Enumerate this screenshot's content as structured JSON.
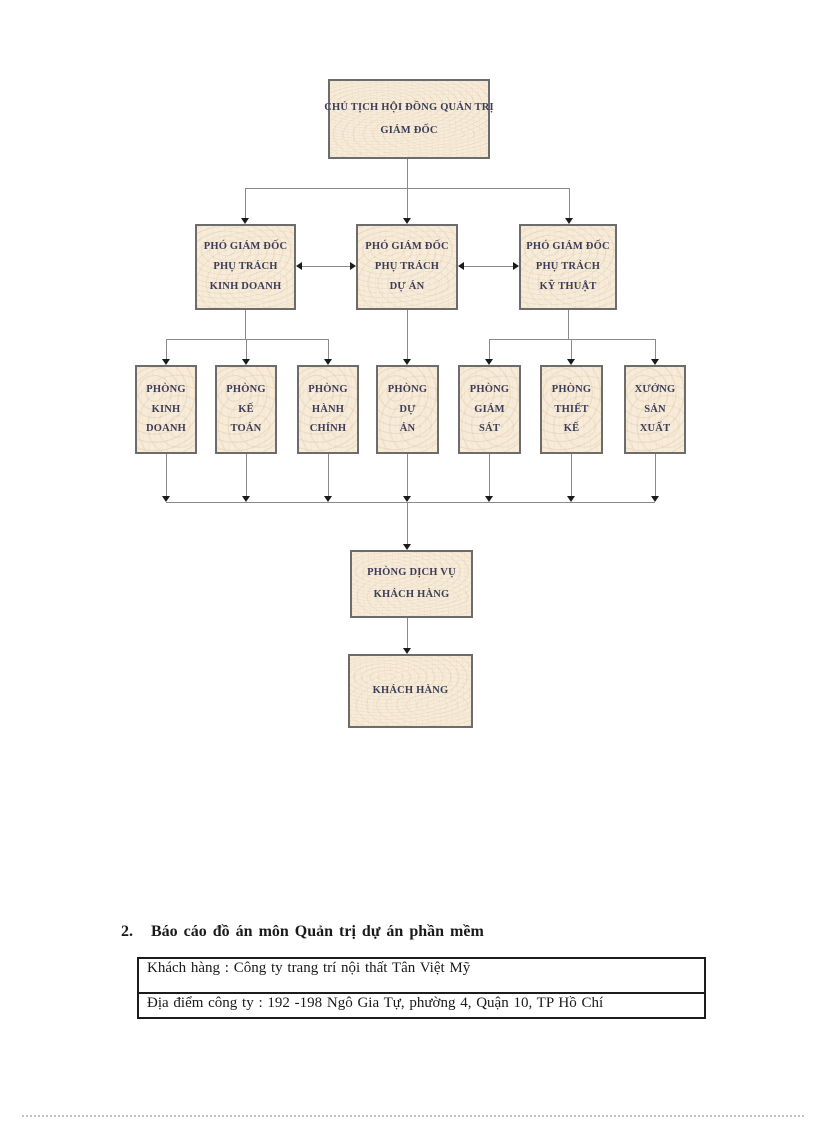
{
  "document": {
    "section_number": "2.",
    "section_title": "Báo cáo đồ án môn Quản trị dự án phần mềm",
    "info_table": {
      "rows": [
        "Khách hàng : Công ty trang trí nội thất Tân  Việt Mỹ",
        "Địa điểm công ty : 192 -198 Ngô Gia Tự,  phường  4,  Quận  10,  TP  Hồ Chí"
      ]
    }
  },
  "org_chart": {
    "type": "org-chart",
    "nodes": {
      "chairman": {
        "lines": [
          "CHỦ TỊCH HỘI ĐỒNG QUẢN TRỊ",
          "GIÁM ĐỐC"
        ]
      },
      "deputy_business": {
        "lines": [
          "PHÓ GIÁM ĐỐC",
          "PHỤ TRÁCH",
          "KINH DOANH"
        ]
      },
      "deputy_project": {
        "lines": [
          "PHÓ GIÁM ĐỐC",
          "PHỤ TRÁCH",
          "DỰ ÁN"
        ]
      },
      "deputy_technical": {
        "lines": [
          "PHÓ GIÁM ĐỐC",
          "PHỤ TRÁCH",
          "KỸ THUẬT"
        ]
      },
      "dept_business": {
        "lines": [
          "PHÒNG",
          "KINH",
          "DOANH"
        ]
      },
      "dept_accounting": {
        "lines": [
          "PHÒNG",
          "KẾ",
          "TOÁN"
        ]
      },
      "dept_admin": {
        "lines": [
          "PHÒNG",
          "HÀNH",
          "CHÍNH"
        ]
      },
      "dept_project": {
        "lines": [
          "PHÒNG",
          "DỰ",
          "ÁN"
        ]
      },
      "dept_supervision": {
        "lines": [
          "PHÒNG",
          "GIÁM",
          "SÁT"
        ]
      },
      "dept_design": {
        "lines": [
          "PHÒNG",
          "THIẾT",
          "KẾ"
        ]
      },
      "workshop_production": {
        "lines": [
          "XƯỞNG",
          "SẢN",
          "XUẤT"
        ]
      },
      "dept_customer_service": {
        "lines": [
          "PHÒNG DỊCH VỤ",
          "KHÁCH HÀNG"
        ]
      },
      "customer": {
        "lines": [
          "KHÁCH HÀNG"
        ]
      }
    },
    "edges": [
      "chairman -> deputy_business",
      "chairman -> deputy_project",
      "chairman -> deputy_technical",
      "deputy_business <-> deputy_project",
      "deputy_project <-> deputy_technical",
      "deputy_business -> dept_business",
      "deputy_business -> dept_accounting",
      "deputy_business -> dept_admin",
      "deputy_project -> dept_project",
      "deputy_technical -> dept_supervision",
      "deputy_technical -> dept_design",
      "deputy_technical -> workshop_production",
      "all_departments -> dept_customer_service",
      "dept_customer_service -> customer"
    ]
  },
  "colors": {
    "node_fill": "#f6ecd9",
    "node_border": "#6c6c6c",
    "node_text": "#3c3c58",
    "connector_line": "#8a8a8a",
    "arrowhead": "#1a1a1a",
    "table_border": "#1c1c1c",
    "body_text": "#1a1a1a",
    "page_background": "#ffffff"
  }
}
